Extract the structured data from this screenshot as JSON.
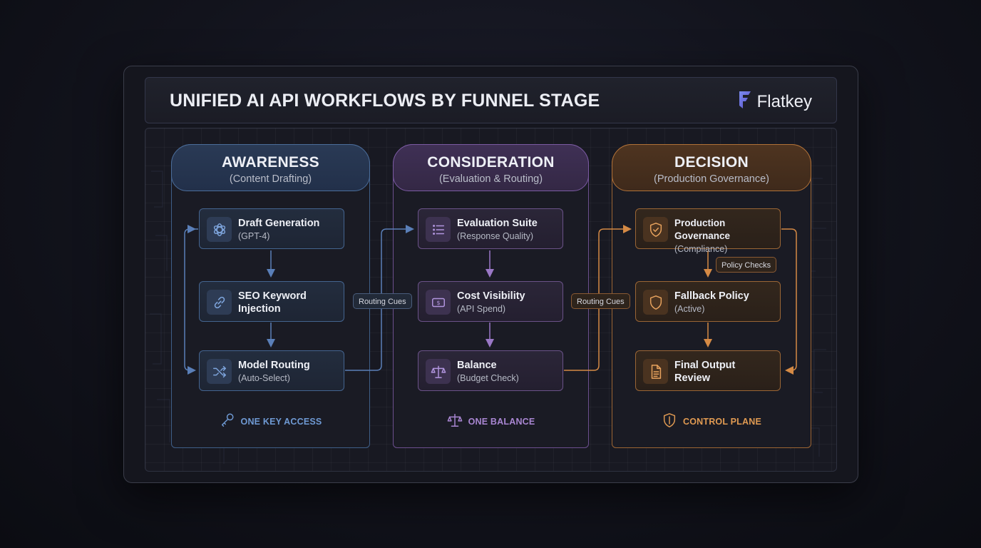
{
  "header": {
    "title": "UNIFIED AI API WORKFLOWS BY FUNNEL STAGE",
    "brand": "Flatkey"
  },
  "colors": {
    "awareness": "#4b6d9a",
    "consideration": "#7b5aa2",
    "decision": "#b07138",
    "arrow_blue": "#5a7fb8",
    "arrow_purple": "#9a78c6",
    "arrow_orange": "#d58a45"
  },
  "columns": [
    {
      "title": "AWARENESS",
      "subtitle": "(Content Drafting)",
      "footer": "ONE KEY ACCESS",
      "footer_icon": "key-icon",
      "cards": [
        {
          "title": "Draft Generation",
          "subtitle": "(GPT-4)",
          "icon": "openai-icon"
        },
        {
          "title": "SEO Keyword Injection",
          "subtitle": "",
          "icon": "link-icon"
        },
        {
          "title": "Model Routing",
          "subtitle": "(Auto-Select)",
          "icon": "shuffle-icon"
        }
      ]
    },
    {
      "title": "CONSIDERATION",
      "subtitle": "(Evaluation & Routing)",
      "footer": "ONE BALANCE",
      "footer_icon": "scale-icon",
      "cards": [
        {
          "title": "Evaluation Suite",
          "subtitle": "(Response Quality)",
          "icon": "list-icon"
        },
        {
          "title": "Cost Visibility",
          "subtitle": "(API Spend)",
          "icon": "dollar-icon"
        },
        {
          "title": "Balance",
          "subtitle": "(Budget Check)",
          "icon": "scale-icon"
        }
      ]
    },
    {
      "title": "DECISION",
      "subtitle": "(Production Governance)",
      "footer": "CONTROL PLANE",
      "footer_icon": "shield-icon",
      "cards": [
        {
          "title": "Production Governance",
          "subtitle": "(Compliance)",
          "icon": "shield-check-icon"
        },
        {
          "title": "Fallback Policy",
          "subtitle": "(Active)",
          "icon": "shield-icon"
        },
        {
          "title": "Final Output Review",
          "subtitle": "",
          "icon": "document-icon"
        }
      ]
    }
  ],
  "connector_labels": {
    "routing_cues_1": "Routing Cues",
    "routing_cues_2": "Routing Cues",
    "policy_checks": "Policy Checks"
  }
}
